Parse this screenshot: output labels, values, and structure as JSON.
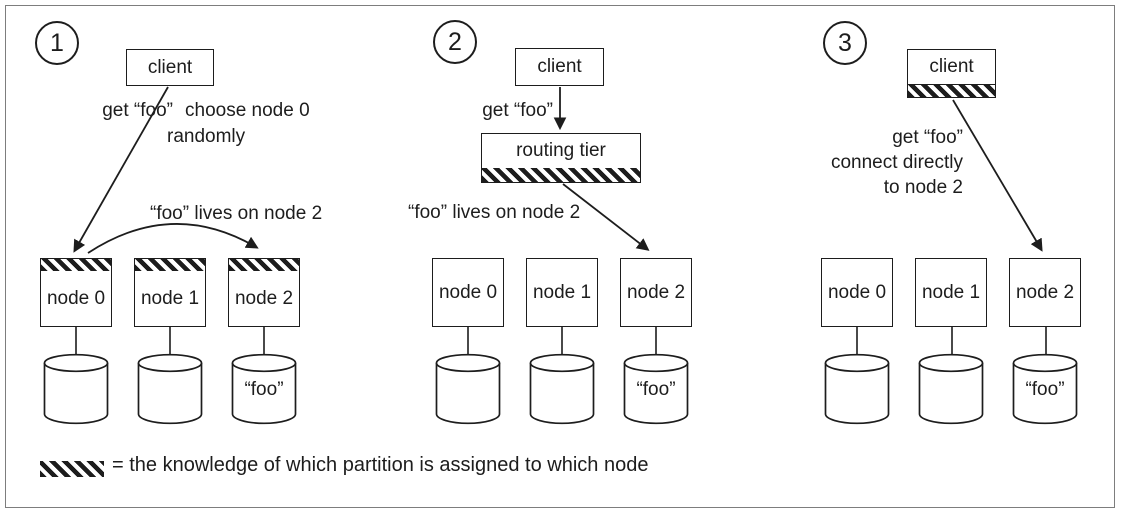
{
  "panels": [
    {
      "number": "1",
      "client_label": "client",
      "annotations": {
        "get": "get “foo”",
        "choose_line1": "choose node 0",
        "choose_line2": "randomly",
        "lives": "“foo” lives on node 2"
      },
      "nodes": [
        {
          "label": "node 0",
          "db_label": ""
        },
        {
          "label": "node 1",
          "db_label": ""
        },
        {
          "label": "node 2",
          "db_label": "“foo”"
        }
      ]
    },
    {
      "number": "2",
      "client_label": "client",
      "routing_label": "routing tier",
      "annotations": {
        "get": "get “foo”",
        "lives": "“foo” lives on node 2"
      },
      "nodes": [
        {
          "label": "node 0",
          "db_label": ""
        },
        {
          "label": "node 1",
          "db_label": ""
        },
        {
          "label": "node 2",
          "db_label": "“foo”"
        }
      ]
    },
    {
      "number": "3",
      "client_label": "client",
      "annotations": {
        "line1": "get “foo”",
        "line2": "connect directly",
        "line3": "to node 2"
      },
      "nodes": [
        {
          "label": "node 0",
          "db_label": ""
        },
        {
          "label": "node 1",
          "db_label": ""
        },
        {
          "label": "node 2",
          "db_label": "“foo”"
        }
      ]
    }
  ],
  "legend": {
    "text": "= the knowledge of which partition is assigned to which node"
  },
  "colors": {
    "ink": "#1d1d1d",
    "background": "#ffffff"
  }
}
